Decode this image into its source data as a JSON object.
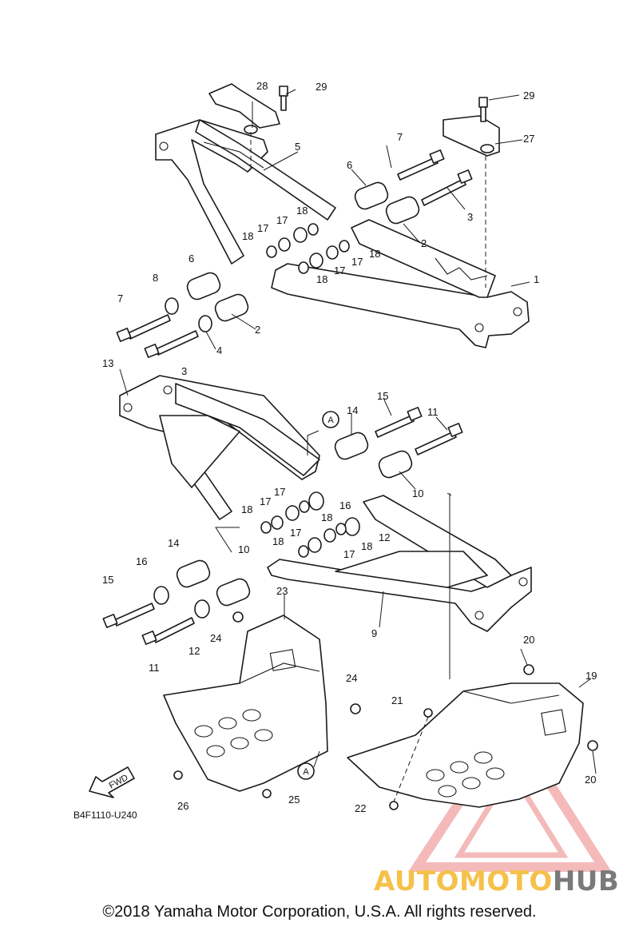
{
  "diagram": {
    "code": "B4F1110-U240",
    "fwd_label": "FWD",
    "ref_label": "A",
    "callouts": [
      "1",
      "2",
      "3",
      "4",
      "5",
      "6",
      "7",
      "8",
      "9",
      "10",
      "11",
      "12",
      "13",
      "14",
      "15",
      "16",
      "17",
      "18",
      "19",
      "20",
      "21",
      "22",
      "23",
      "24",
      "25",
      "26",
      "27",
      "28",
      "29"
    ]
  },
  "copyright": "©2018 Yamaha Motor Corporation, U.S.A. All rights reserved.",
  "watermark": {
    "part1": "AUTOMOTO",
    "part2": "HUB",
    "colors": {
      "part1": "#f6c14a",
      "part2": "#7a7a7a",
      "triangle": "#e23c3c"
    }
  }
}
